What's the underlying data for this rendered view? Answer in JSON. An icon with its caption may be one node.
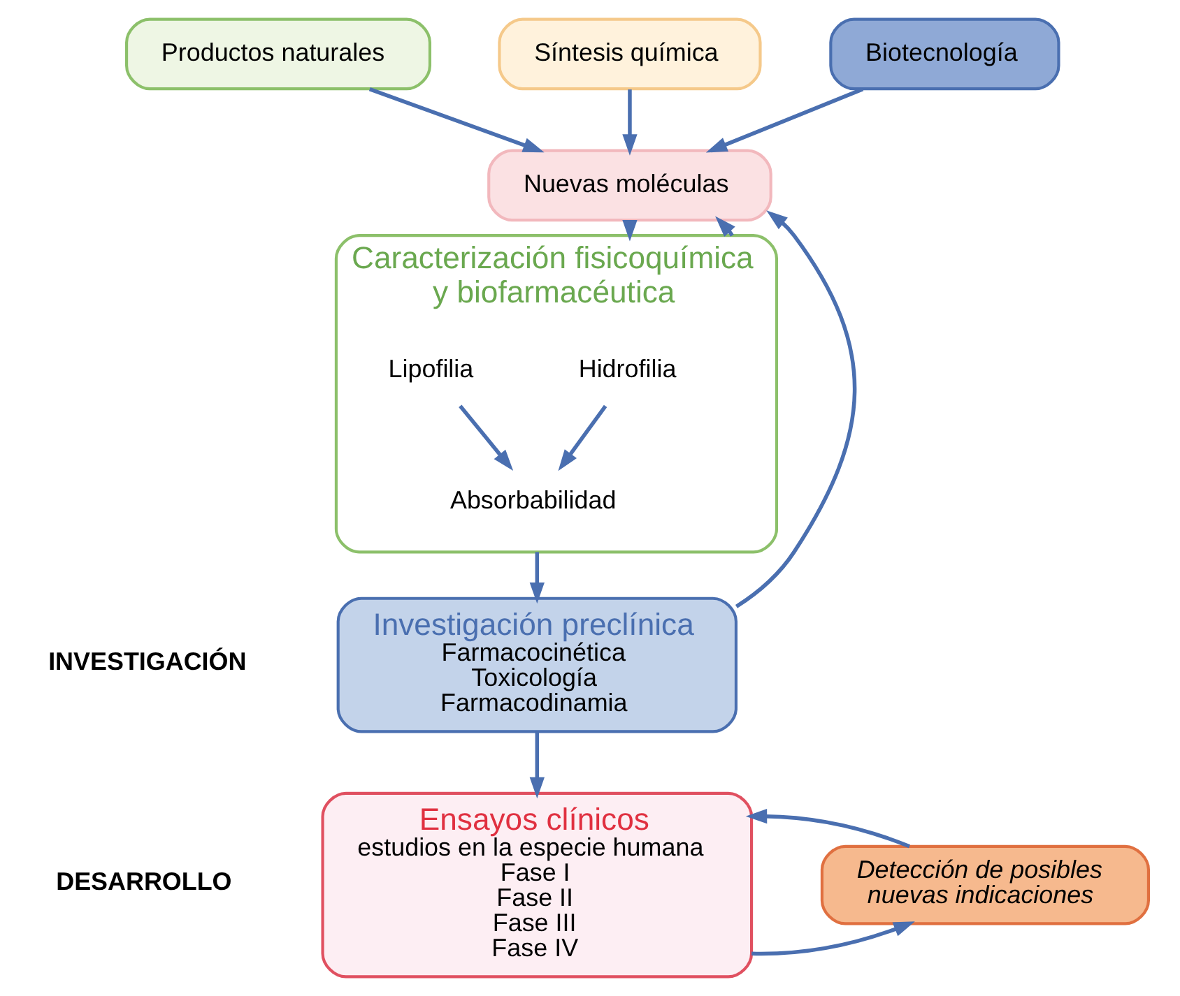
{
  "diagram": {
    "nodes": [
      {
        "text": [
          "Productos naturales"
        ]
      },
      {
        "text": [
          "Síntesis química"
        ]
      },
      {
        "text": [
          "Biotecnología"
        ]
      },
      {
        "text": [
          "Nuevas moléculas"
        ]
      },
      {
        "text": [
          "Caracterización fisicoquímica y biofarmacéutica"
        ]
      },
      {
        "text": [
          "Hidrofilia"
        ],
        "in": 4
      },
      {
        "text": [
          "Lipofilia"
        ],
        "in": 4
      },
      {
        "text": [
          "Absorbabilidad"
        ],
        "in": 4
      },
      {
        "text": [
          "Investigación preclínica",
          "Farmacocinética",
          "Toxicología",
          "Farmacodinamia"
        ]
      },
      {
        "text": [
          "Ensayos clínicos",
          "estudios en la especie humana",
          "Fase I",
          "Fase II",
          "Fase III",
          "Fase IV"
        ]
      },
      {
        "text": [
          "Detección de posibles nuevas indicaciones"
        ]
      }
    ],
    "edges": [
      {
        "from": 0,
        "to": 3,
        "arrow": "to"
      },
      {
        "from": 1,
        "to": 3,
        "arrow": "to"
      },
      {
        "from": 2,
        "to": 3,
        "arrow": "to"
      },
      {
        "from": 3,
        "to": 4,
        "arrow": "to"
      },
      {
        "from": 4,
        "to": 3,
        "arrow": "to"
      },
      {
        "from": 5,
        "to": 7,
        "arrow": "to"
      },
      {
        "from": 6,
        "to": 7,
        "arrow": "to"
      },
      {
        "from": 4,
        "to": 8,
        "arrow": "to"
      },
      {
        "from": 8,
        "to": 3,
        "arrow": "to"
      },
      {
        "from": 8,
        "to": 9,
        "arrow": "to"
      },
      {
        "from": 9,
        "to": 10,
        "arrow": "to"
      },
      {
        "from": 10,
        "to": 9,
        "arrow": "to"
      }
    ],
    "labels": [
      "INVESTIGACIÓN",
      "DESARROLLO"
    ]
  }
}
